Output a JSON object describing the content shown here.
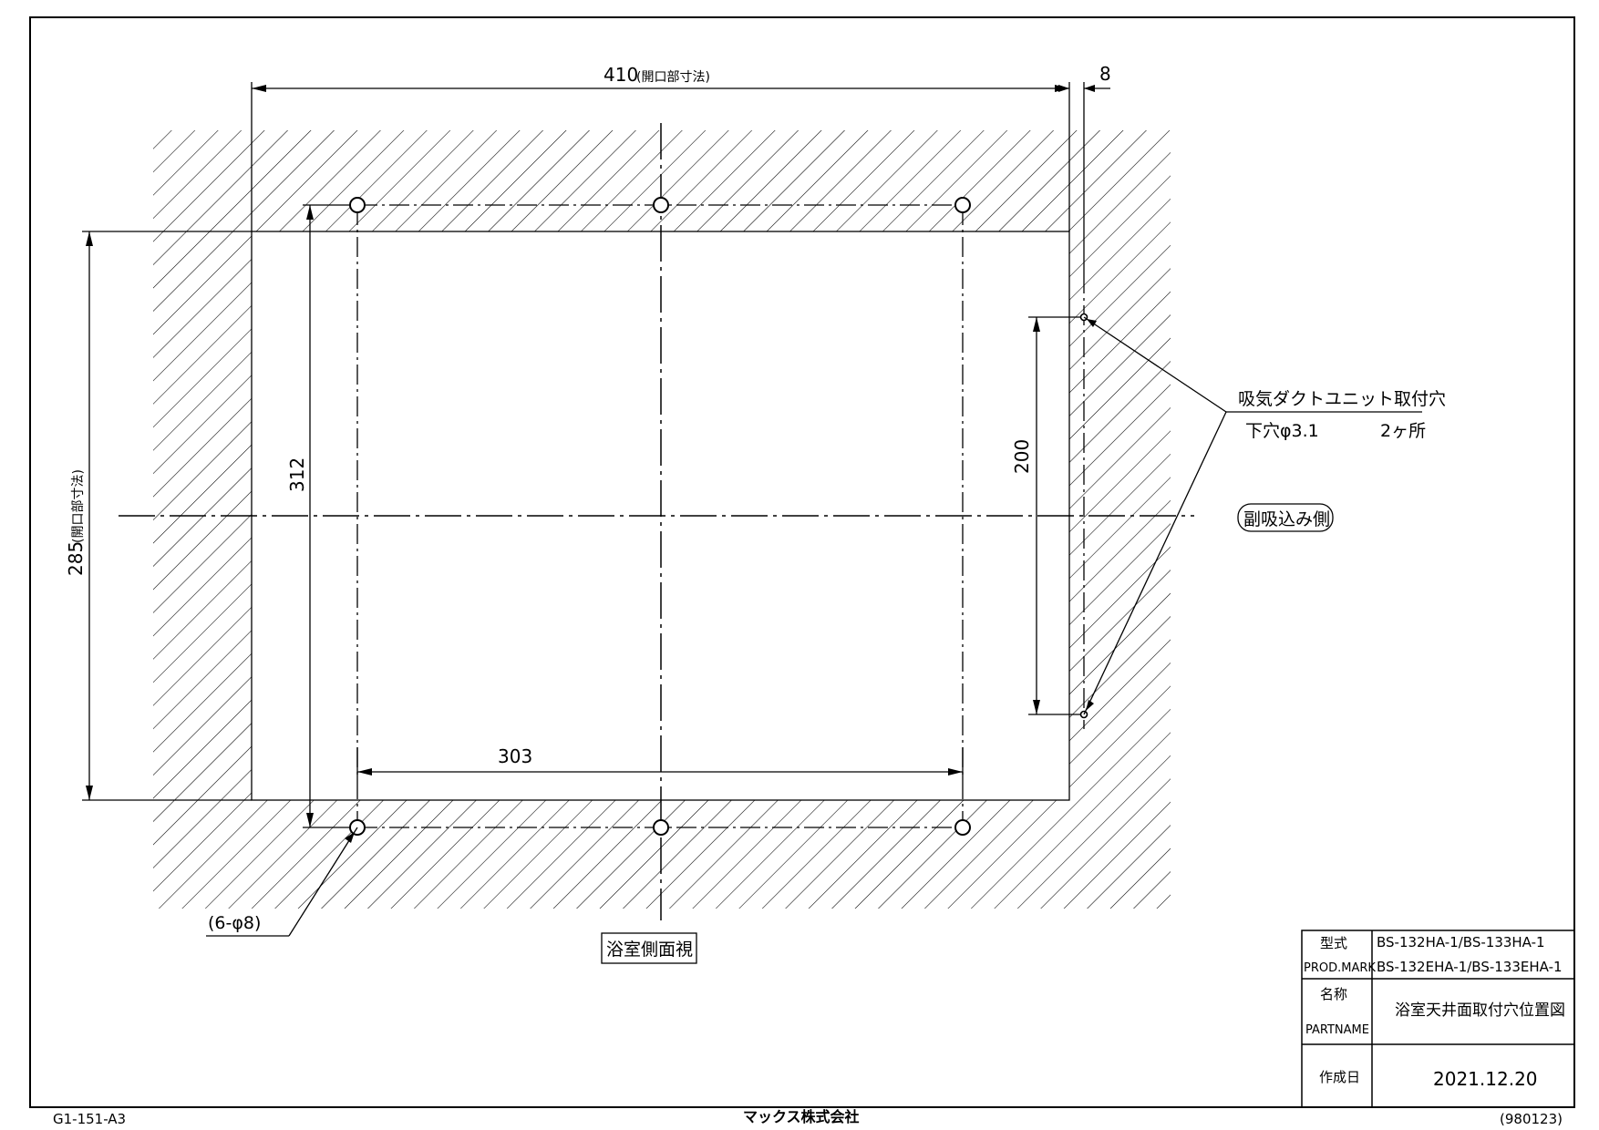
{
  "dimensions": {
    "top_width": "410",
    "top_width_note": "(開口部寸法)",
    "top_offset": "8",
    "left_height": "285",
    "left_height_note": "(開口部寸法)",
    "hole_pitch_vertical": "312",
    "hole_pitch_horizontal": "303",
    "right_hole_pitch": "200"
  },
  "annotations": {
    "duct_holes_title": "吸気ダクトユニット取付穴",
    "duct_holes_spec": "下穴φ3.1",
    "duct_holes_count": "2ヶ所",
    "intake_side": "副吸込み側",
    "mount_holes": "(6-φ8)",
    "view_label": "浴室側面視"
  },
  "title_block": {
    "model_label_jp": "型式",
    "model_label_en": "PROD.MARK",
    "model_line1": "BS-132HA-1/BS-133HA-1",
    "model_line2": "BS-132EHA-1/BS-133EHA-1",
    "name_label_jp": "名称",
    "name_label_en": "PARTNAME",
    "part_name": "浴室天井面取付穴位置図",
    "date_label": "作成日",
    "date": "2021.12.20"
  },
  "footer": {
    "doc_code": "G1-151-A3",
    "company": "マックス株式会社",
    "form_number": "(980123)"
  }
}
